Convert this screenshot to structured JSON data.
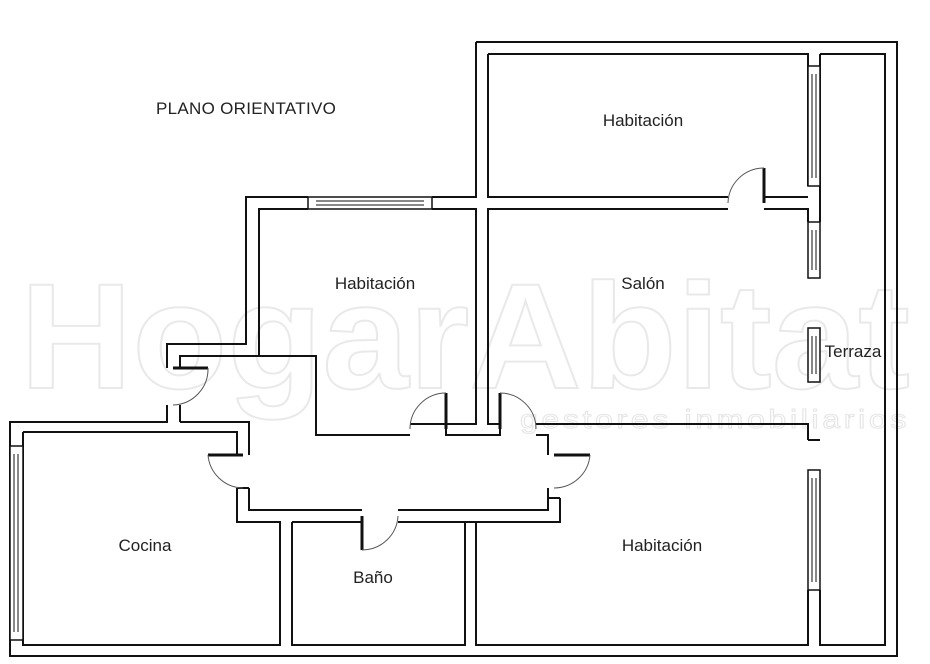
{
  "plan": {
    "title": "PLANO ORIENTATIVO",
    "rooms": {
      "habitacion_top": "Habitación",
      "habitacion_left": "Habitación",
      "salon": "Salón",
      "terraza": "Terraza",
      "cocina": "Cocina",
      "bano": "Baño",
      "habitacion_bottom": "Habitación"
    }
  },
  "watermark": {
    "brand": "HogarAbitat",
    "tagline": "gestores inmobiliarios"
  },
  "colors": {
    "wall": "#111111",
    "background": "#ffffff",
    "watermark": "#e9e9e9"
  }
}
